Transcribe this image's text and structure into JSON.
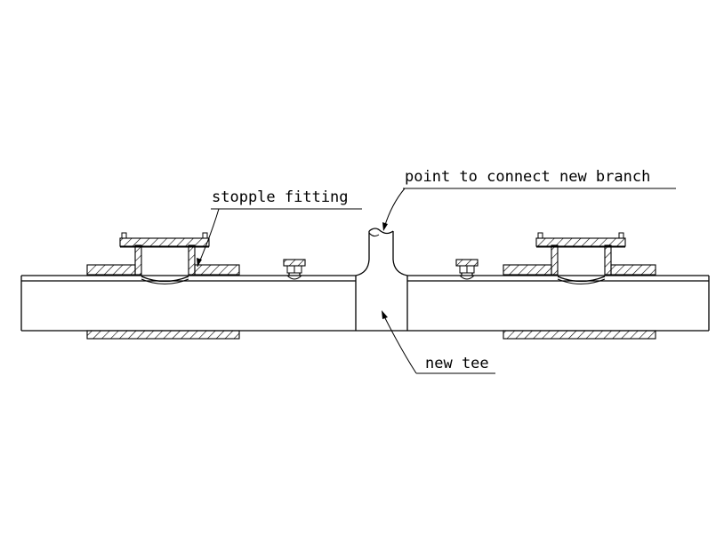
{
  "labels": {
    "stopple_fitting": "stopple fitting",
    "branch_point": "point to connect new branch",
    "new_tee": "new tee"
  },
  "colors": {
    "line": "#000000",
    "background": "#ffffff"
  }
}
